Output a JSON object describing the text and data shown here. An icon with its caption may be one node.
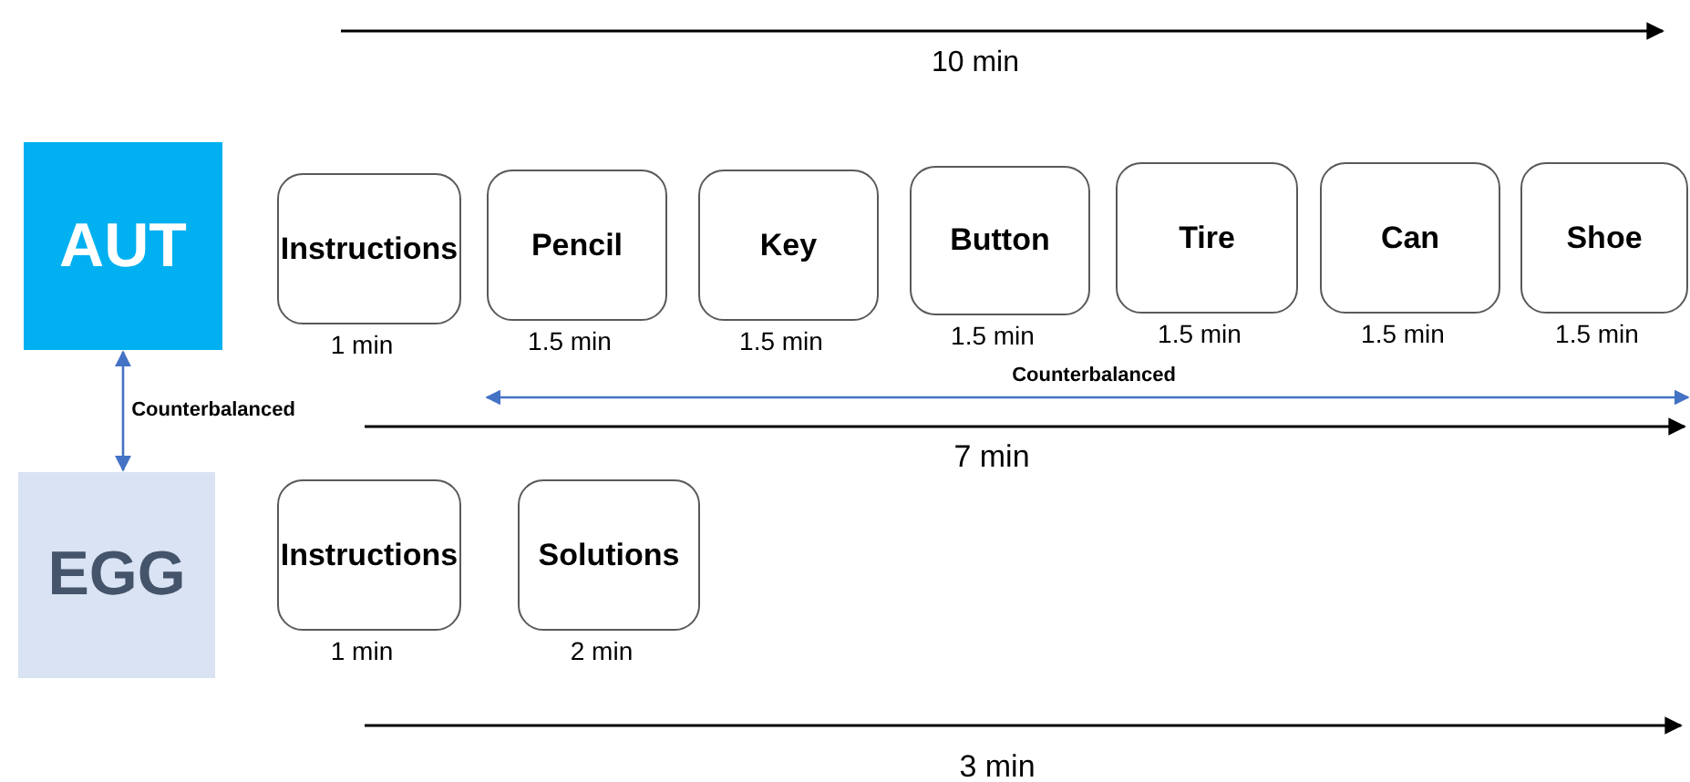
{
  "diagram": {
    "nodes": [
      {
        "text": [
          "AUT"
        ]
      },
      {
        "text": [
          "EGG"
        ]
      },
      {
        "text": [
          "Instructions"
        ],
        "beside": [
          "1 min"
        ]
      },
      {
        "text": [
          "Pencil"
        ],
        "beside": [
          "1.5 min"
        ]
      },
      {
        "text": [
          "Key"
        ],
        "beside": [
          "1.5 min"
        ]
      },
      {
        "text": [
          "Button"
        ],
        "beside": [
          "1.5 min"
        ]
      },
      {
        "text": [
          "Tire"
        ],
        "beside": [
          "1.5 min"
        ]
      },
      {
        "text": [
          "Can"
        ],
        "beside": [
          "1.5 min"
        ]
      },
      {
        "text": [
          "Shoe"
        ],
        "beside": [
          "1.5 min"
        ]
      },
      {
        "text": [
          "Instructions"
        ],
        "beside": [
          "1 min"
        ]
      },
      {
        "text": [
          "Solutions"
        ],
        "beside": [
          "2 min"
        ]
      }
    ],
    "edges": [
      {
        "from": 0,
        "to": 1,
        "arrow": "both",
        "color": "#4472c4"
      }
    ],
    "labels": [
      "10 min",
      "Counterbalanced",
      "Counterbalanced",
      "7 min",
      "3 min"
    ]
  }
}
